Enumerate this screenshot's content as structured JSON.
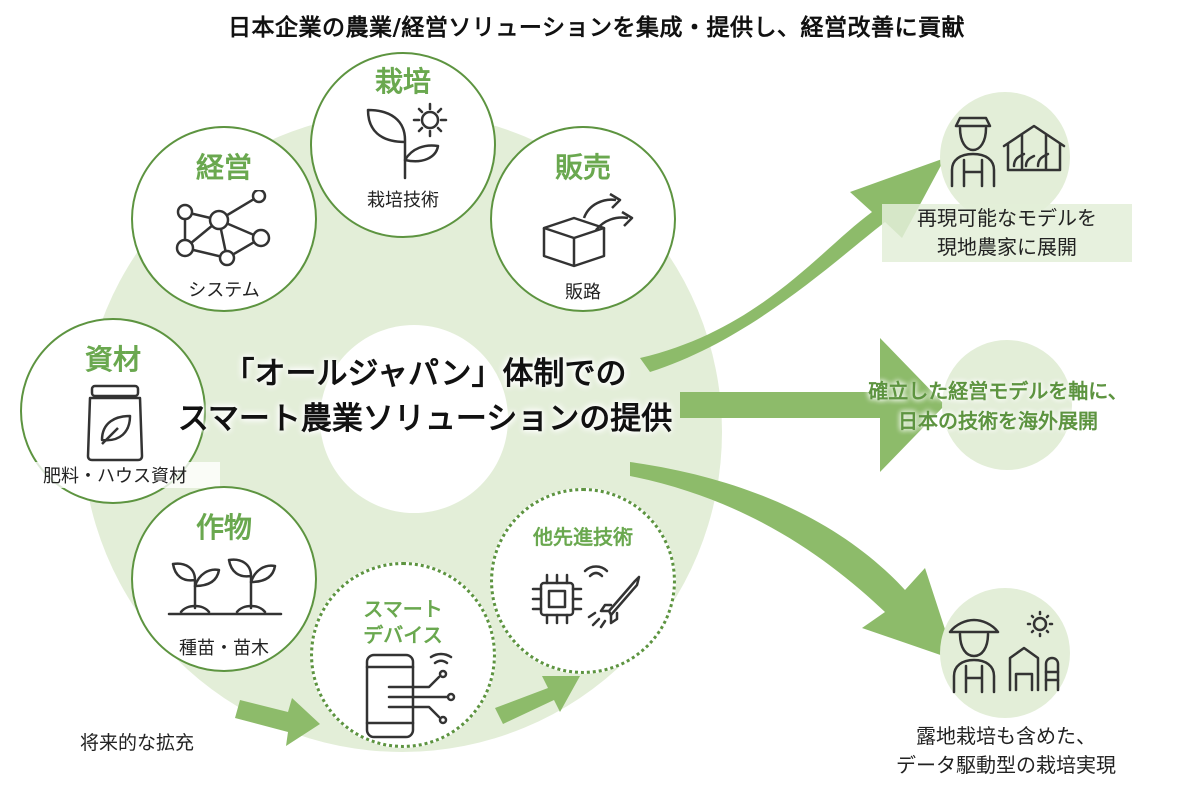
{
  "title": "日本企業の農業/経営ソリューションを集成・提供し、経営改善に貢献",
  "center": {
    "line1": "「オールジャパン」体制での",
    "line2": "スマート農業ソリューションの提供"
  },
  "nodes": {
    "cultivation": {
      "title": "栽培",
      "label": "栽培技術",
      "icon": "plant-gear-icon"
    },
    "management": {
      "title": "経営",
      "label": "システム",
      "icon": "network-icon"
    },
    "sales": {
      "title": "販売",
      "label": "販路",
      "icon": "box-arrows-icon"
    },
    "materials": {
      "title": "資材",
      "label": "肥料・ハウス資材",
      "icon": "fertilizer-bag-icon"
    },
    "crops": {
      "title": "作物",
      "label": "種苗・苗木",
      "icon": "seedlings-icon"
    },
    "smart_device": {
      "title_line1": "スマート",
      "title_line2": "デバイス",
      "icon": "smartphone-circuit-icon"
    },
    "advanced_tech": {
      "title": "他先進技術",
      "icon": "chip-rocket-icon"
    }
  },
  "future_label": "将来的な拡充",
  "outcomes": {
    "top": {
      "line1": "再現可能なモデルを",
      "line2": "現地農家に展開",
      "icon": "farmer-greenhouse-icon"
    },
    "middle": {
      "line1": "確立した経営モデルを軸に、",
      "line2": "日本の技術を海外展開"
    },
    "bottom": {
      "line1": "露地栽培も含めた、",
      "line2": "データ駆動型の栽培実現",
      "icon": "farmer-field-icon"
    }
  },
  "colors": {
    "accent": "#6aa84f",
    "dark_green": "#5d9440",
    "light_green": "#e3eed8",
    "arrow_green": "#8dbb6a"
  }
}
